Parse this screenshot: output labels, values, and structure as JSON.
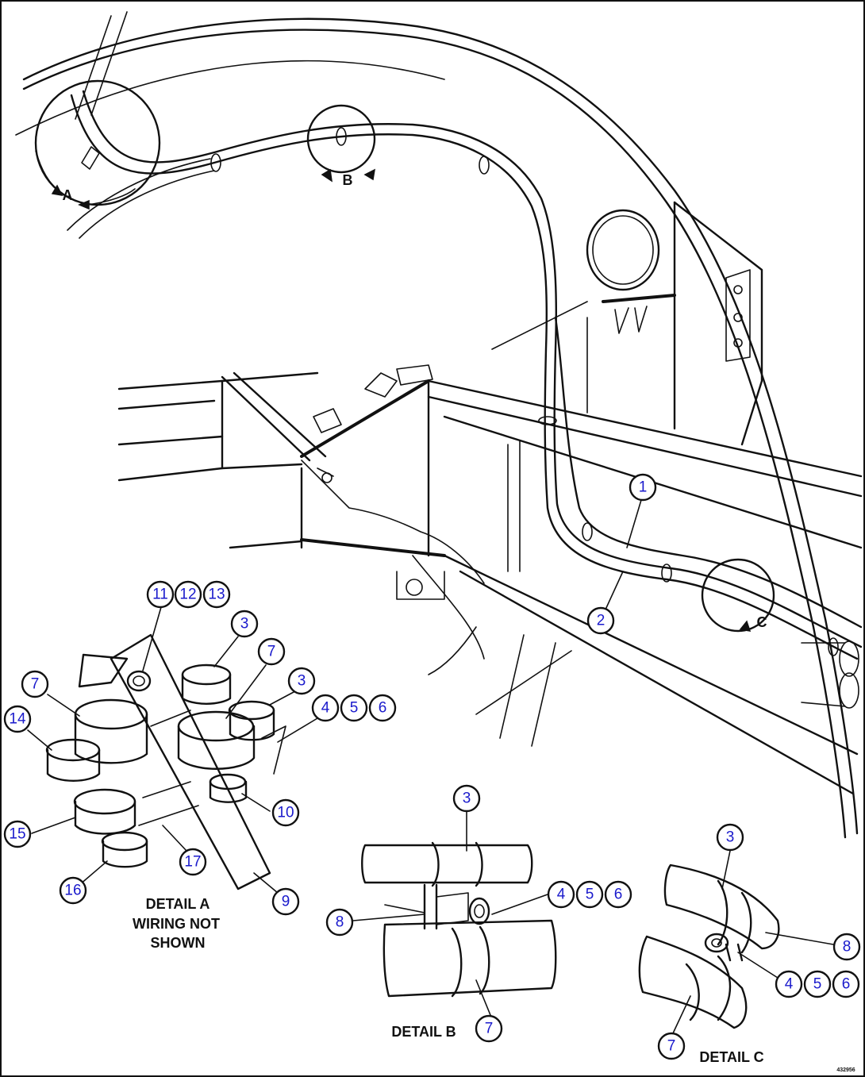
{
  "view_labels": [
    "A",
    "B",
    "C"
  ],
  "detail_a": {
    "line1": "DETAIL A",
    "line2": "WIRING NOT",
    "line3": "SHOWN"
  },
  "detail_b": "DETAIL B",
  "detail_c": "DETAIL C",
  "drawing_number": "432956",
  "balloons": [
    "1",
    "2",
    "11",
    "12",
    "13",
    "3",
    "7",
    "7",
    "3",
    "4",
    "5",
    "6",
    "14",
    "10",
    "15",
    "17",
    "16",
    "9",
    "3",
    "4",
    "5",
    "6",
    "8",
    "7",
    "3",
    "8",
    "4",
    "5",
    "6",
    "7"
  ]
}
